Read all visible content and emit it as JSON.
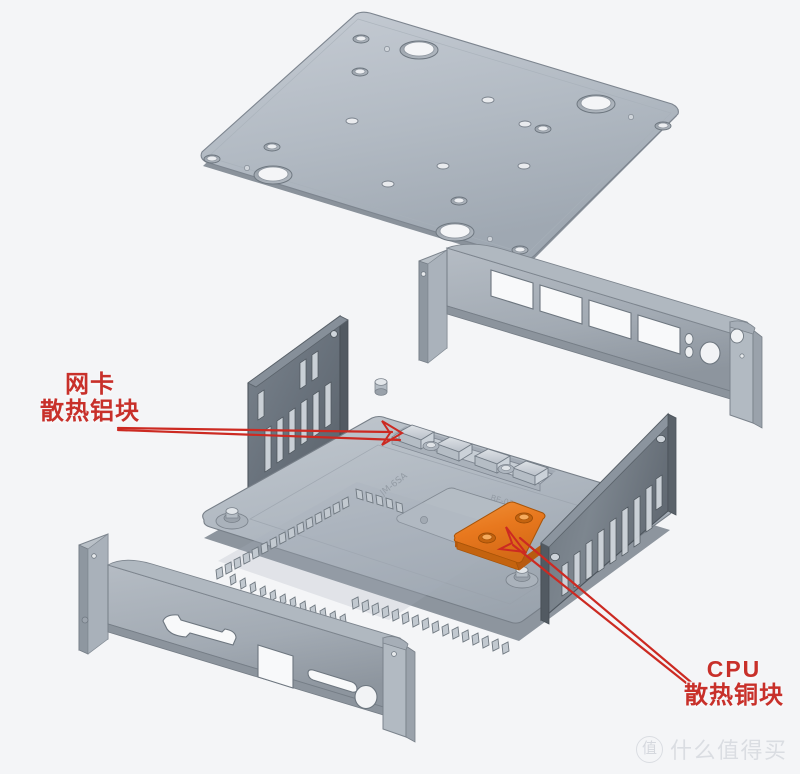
{
  "image": {
    "kind": "exploded-view-cad-render",
    "subject": "mini-pc-chassis-exploded-assembly",
    "background_color": "#f4f5f7"
  },
  "palette": {
    "metal_light": "#c8cdd4",
    "metal_mid": "#a9b1bb",
    "metal_dark": "#7e8792",
    "metal_darkest": "#5e666f",
    "metal_edge": "#4a5158",
    "copper": "#e8781e",
    "copper_dark": "#b85a10",
    "copper_light": "#f0923c",
    "annotation_red": "#c8302a",
    "watermark_gray": "#d9dce1"
  },
  "annotations": [
    {
      "id": "nic-heatsink",
      "line1": "网卡",
      "line2": "散热铝块",
      "color": "#c8302a",
      "arrow": "horizontal-right-to-aluminium-block"
    },
    {
      "id": "cpu-heatsink",
      "line1": "CPU",
      "line2": "散热铜块",
      "color": "#c8302a",
      "arrow": "diagonal-up-left-to-copper-block"
    }
  ],
  "watermark": {
    "badge": "值",
    "text": "什么值得买"
  },
  "parts": [
    {
      "id": "top-plate",
      "name": "top-cover-plate",
      "color": "#b9c0c8"
    },
    {
      "id": "rear-io-panel",
      "name": "rear-io-bracket",
      "color": "#aab2bb",
      "cutouts": [
        "port-1",
        "port-2",
        "port-3",
        "port-4",
        "small-hole-1",
        "small-hole-2",
        "round-hole"
      ]
    },
    {
      "id": "side-panel-left",
      "name": "left-vented-side-panel",
      "color": "#6f7983",
      "vent_slots": 9
    },
    {
      "id": "side-panel-right",
      "name": "right-vented-side-panel",
      "color": "#6f7983",
      "vent_slots": 10
    },
    {
      "id": "chassis-base",
      "name": "finned-chassis-base",
      "color": "#b6bdc5"
    },
    {
      "id": "alu-block",
      "name": "nic-aluminium-heatsink-block",
      "color": "#ccd2d9",
      "segments": 5,
      "screw_holes": 2
    },
    {
      "id": "copper-block",
      "name": "cpu-copper-heatsink-block",
      "color": "#e8781e",
      "screw_holes": 2
    },
    {
      "id": "front-io-panel",
      "name": "front-io-bracket",
      "color": "#aab2bb",
      "cutouts": [
        "dp-cutout",
        "square-port",
        "slot-port",
        "round-hole"
      ]
    }
  ]
}
